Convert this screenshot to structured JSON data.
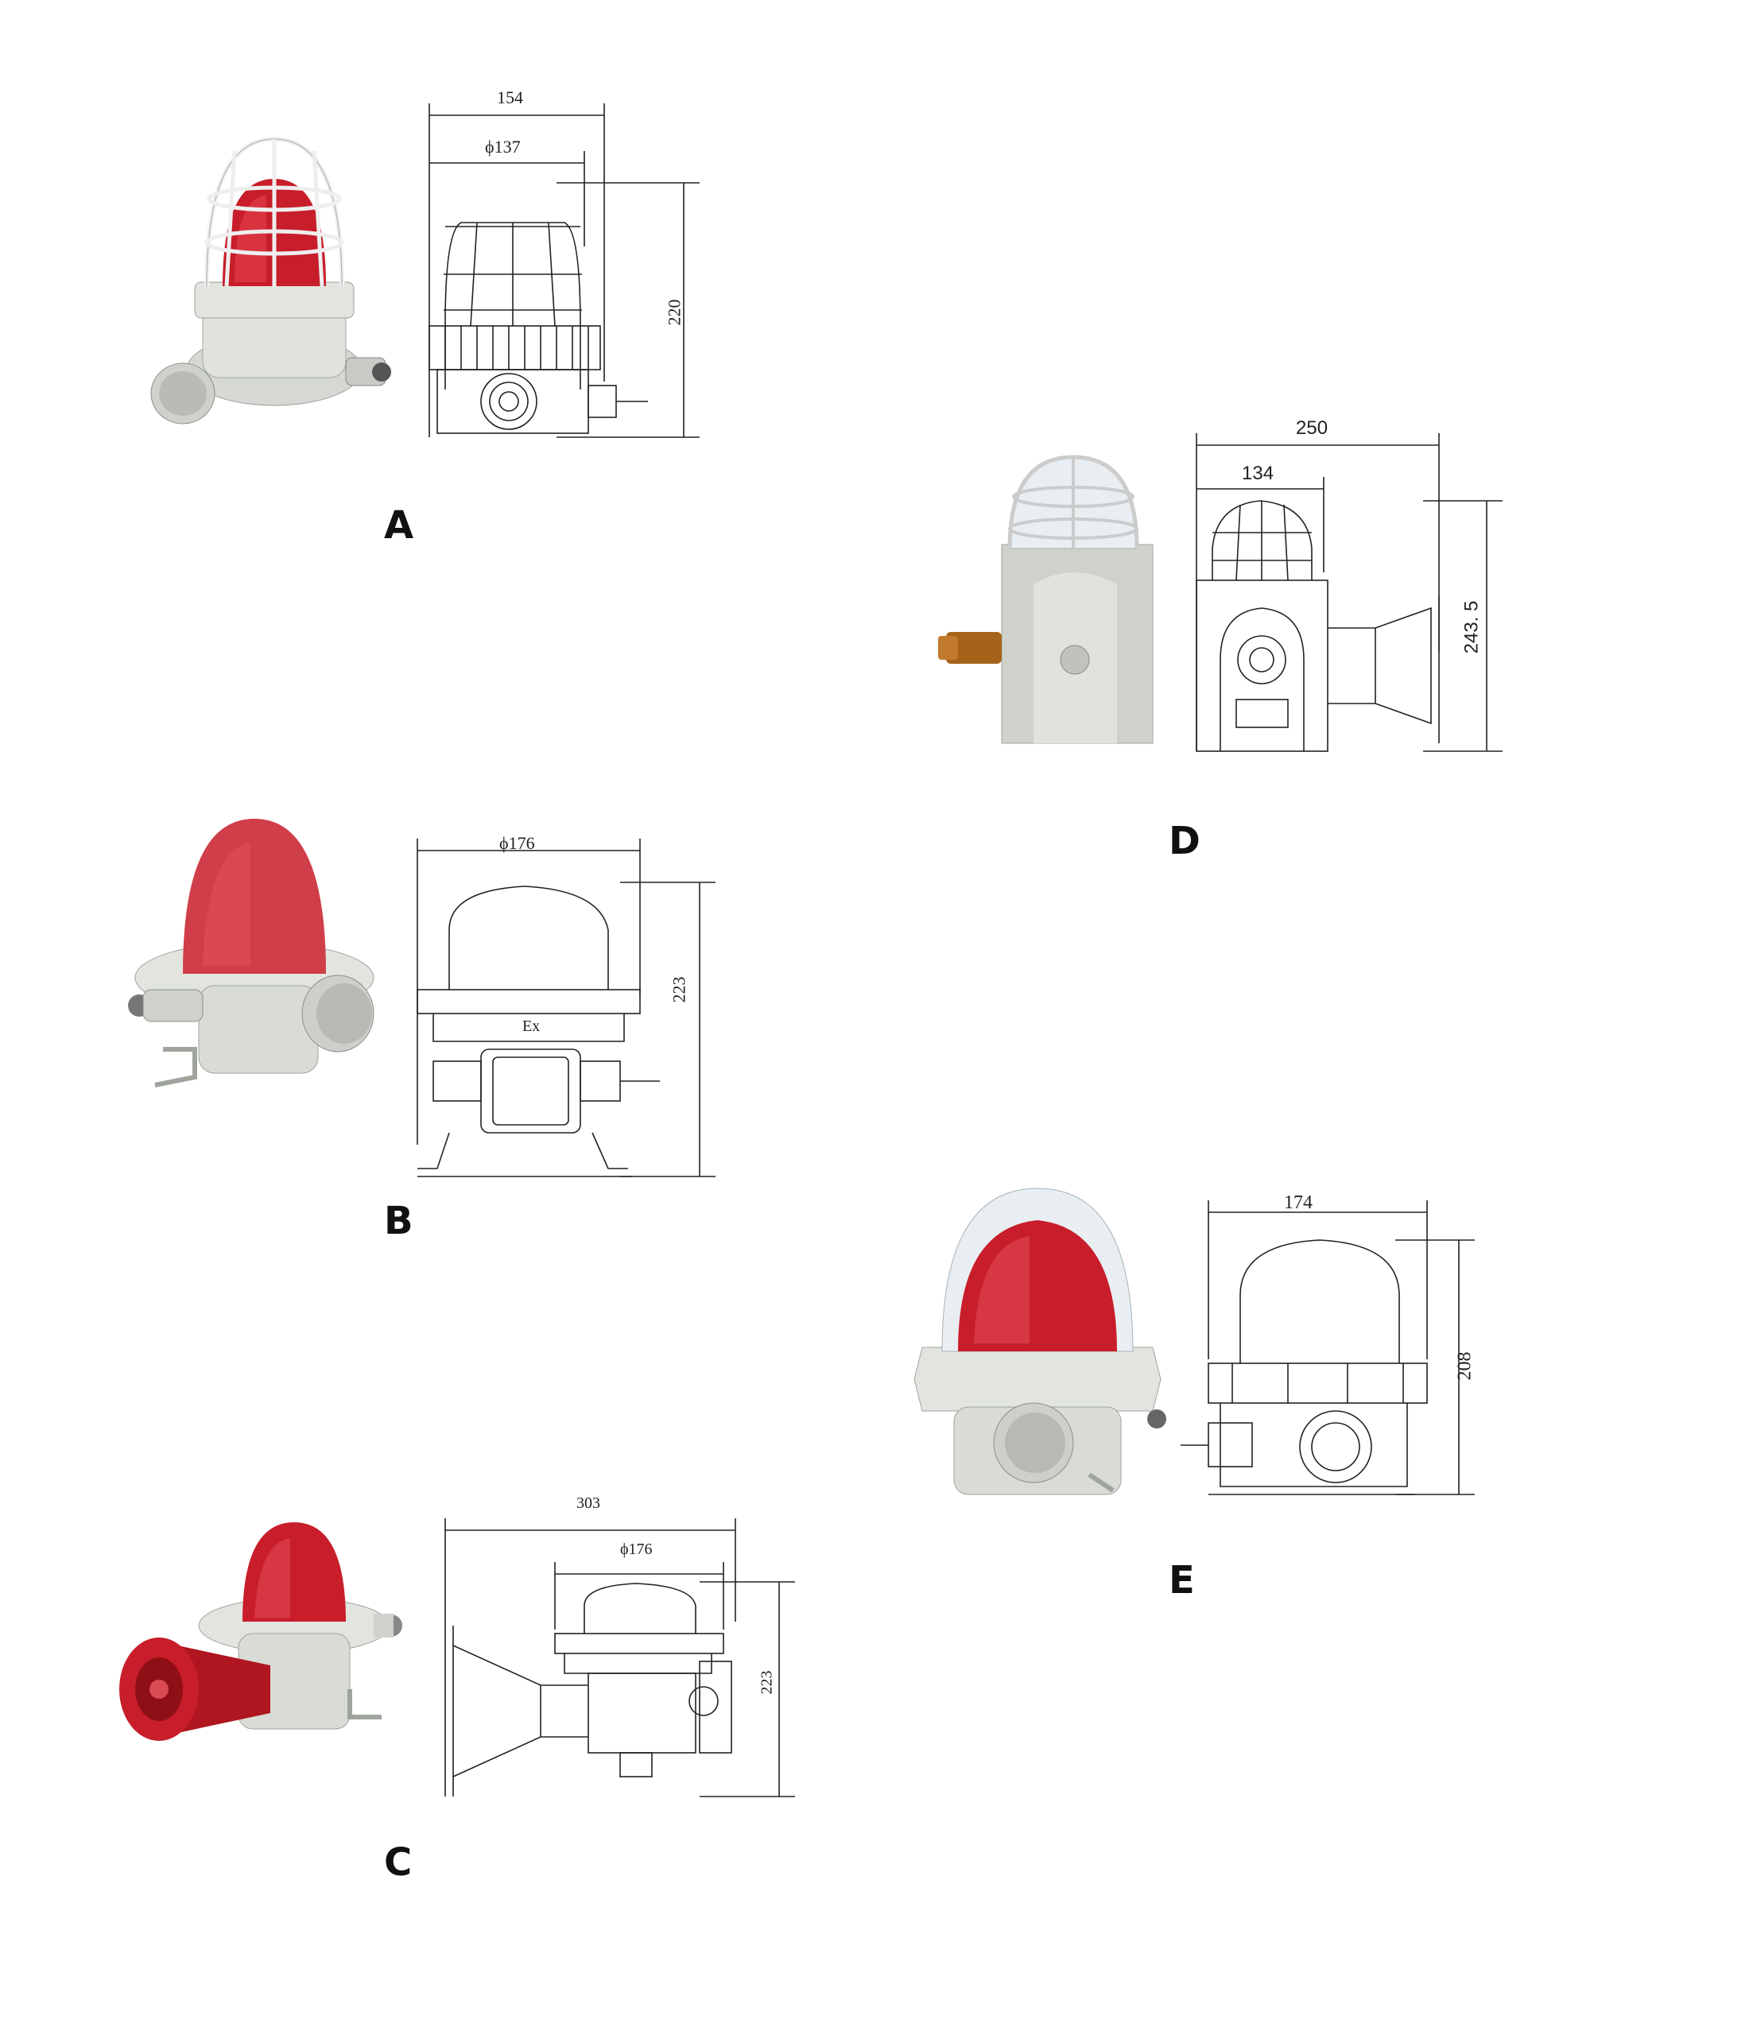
{
  "items": [
    {
      "id": "A",
      "label": "A",
      "dims": {
        "width": "154",
        "diameter": "ϕ137",
        "height": "220"
      }
    },
    {
      "id": "B",
      "label": "B",
      "dims": {
        "diameter": "ϕ176",
        "height": "223"
      },
      "plate_text": "Ex"
    },
    {
      "id": "C",
      "label": "C",
      "dims": {
        "width": "303",
        "diameter": "ϕ176",
        "height": "223"
      }
    },
    {
      "id": "D",
      "label": "D",
      "dims": {
        "width": "250",
        "inner_width": "134",
        "height": "243. 5"
      }
    },
    {
      "id": "E",
      "label": "E",
      "dims": {
        "width": "174",
        "height": "208"
      }
    }
  ],
  "colors": {
    "lens_red": "#c81d2a",
    "lens_clear": "#e8eef2",
    "housing_gray": "#d8dbd6",
    "line": "#222222",
    "horn_red": "#b0161f"
  }
}
